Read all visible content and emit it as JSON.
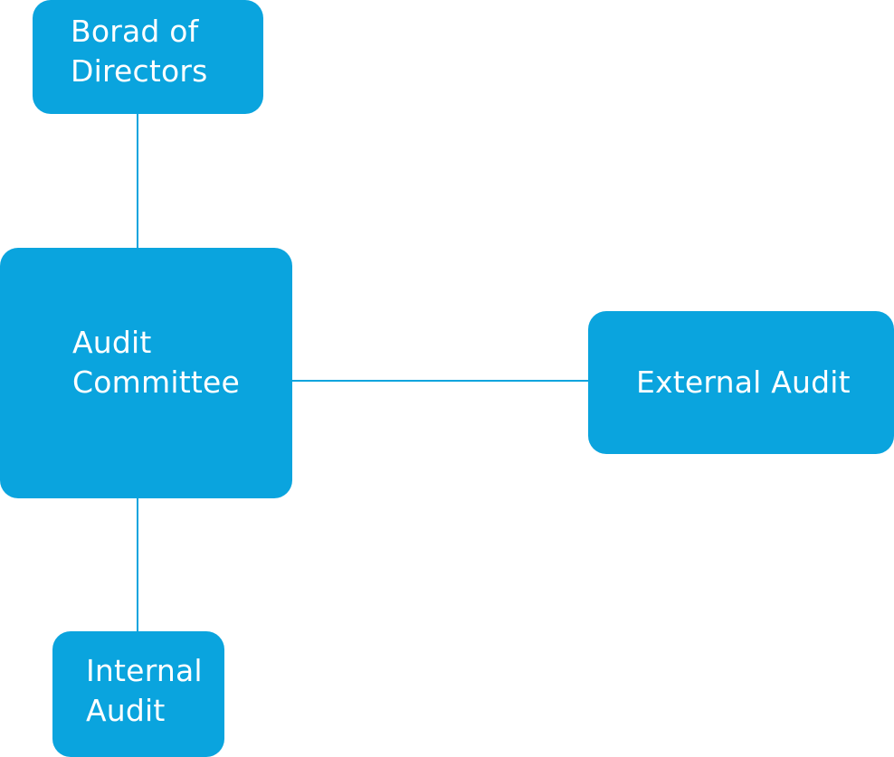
{
  "diagram": {
    "nodes": {
      "board": {
        "label": "Borad of\nDirectors"
      },
      "audit_committee": {
        "label": "Audit\nCommittee"
      },
      "external_audit": {
        "label": "External Audit"
      },
      "internal_audit": {
        "label": "Internal\nAudit"
      }
    },
    "colors": {
      "node_fill": "#0aa4de",
      "connector": "#0aa4de",
      "text": "#ffffff",
      "background": "#ffffff"
    }
  }
}
